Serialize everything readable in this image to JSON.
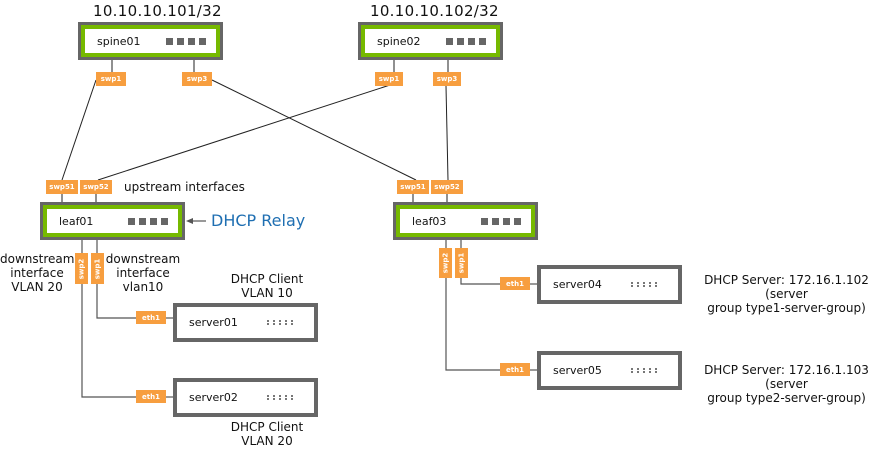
{
  "diagram": {
    "title": "DHCP Relay topology",
    "spines": [
      {
        "name": "spine01",
        "ip": "10.10.10.101/32",
        "ports": [
          "swp1",
          "swp3"
        ]
      },
      {
        "name": "spine02",
        "ip": "10.10.10.102/32",
        "ports": [
          "swp1",
          "swp3"
        ]
      }
    ],
    "leaves": [
      {
        "name": "leaf01",
        "uplinks": [
          "swp51",
          "swp52"
        ],
        "downlinks": [
          "swp2",
          "swp1"
        ]
      },
      {
        "name": "leaf03",
        "uplinks": [
          "swp51",
          "swp52"
        ],
        "downlinks": [
          "swp2",
          "swp1"
        ]
      }
    ],
    "servers": [
      {
        "name": "server01",
        "port": "eth1"
      },
      {
        "name": "server02",
        "port": "eth1"
      },
      {
        "name": "server04",
        "port": "eth1"
      },
      {
        "name": "server05",
        "port": "eth1"
      }
    ],
    "labels": {
      "upstream": "upstream interfaces",
      "relay": "DHCP Relay",
      "downstream_left": [
        "downstream",
        "interface",
        "VLAN 20"
      ],
      "downstream_right": [
        "downstream",
        "interface",
        "vlan10"
      ],
      "client1": [
        "DHCP Client",
        "VLAN 10"
      ],
      "client2": [
        "DHCP Client",
        "VLAN 20"
      ],
      "server4": [
        "DHCP Server: 172.16.1.102 (server",
        "group type1-server-group)"
      ],
      "server5": [
        "DHCP Server: 172.16.1.103 (server",
        "group type2-server-group)"
      ]
    },
    "colors": {
      "port": "#f79e3f",
      "switch_accent": "#76b900",
      "frame": "#666666",
      "relay_text": "#1f6fb2"
    }
  }
}
